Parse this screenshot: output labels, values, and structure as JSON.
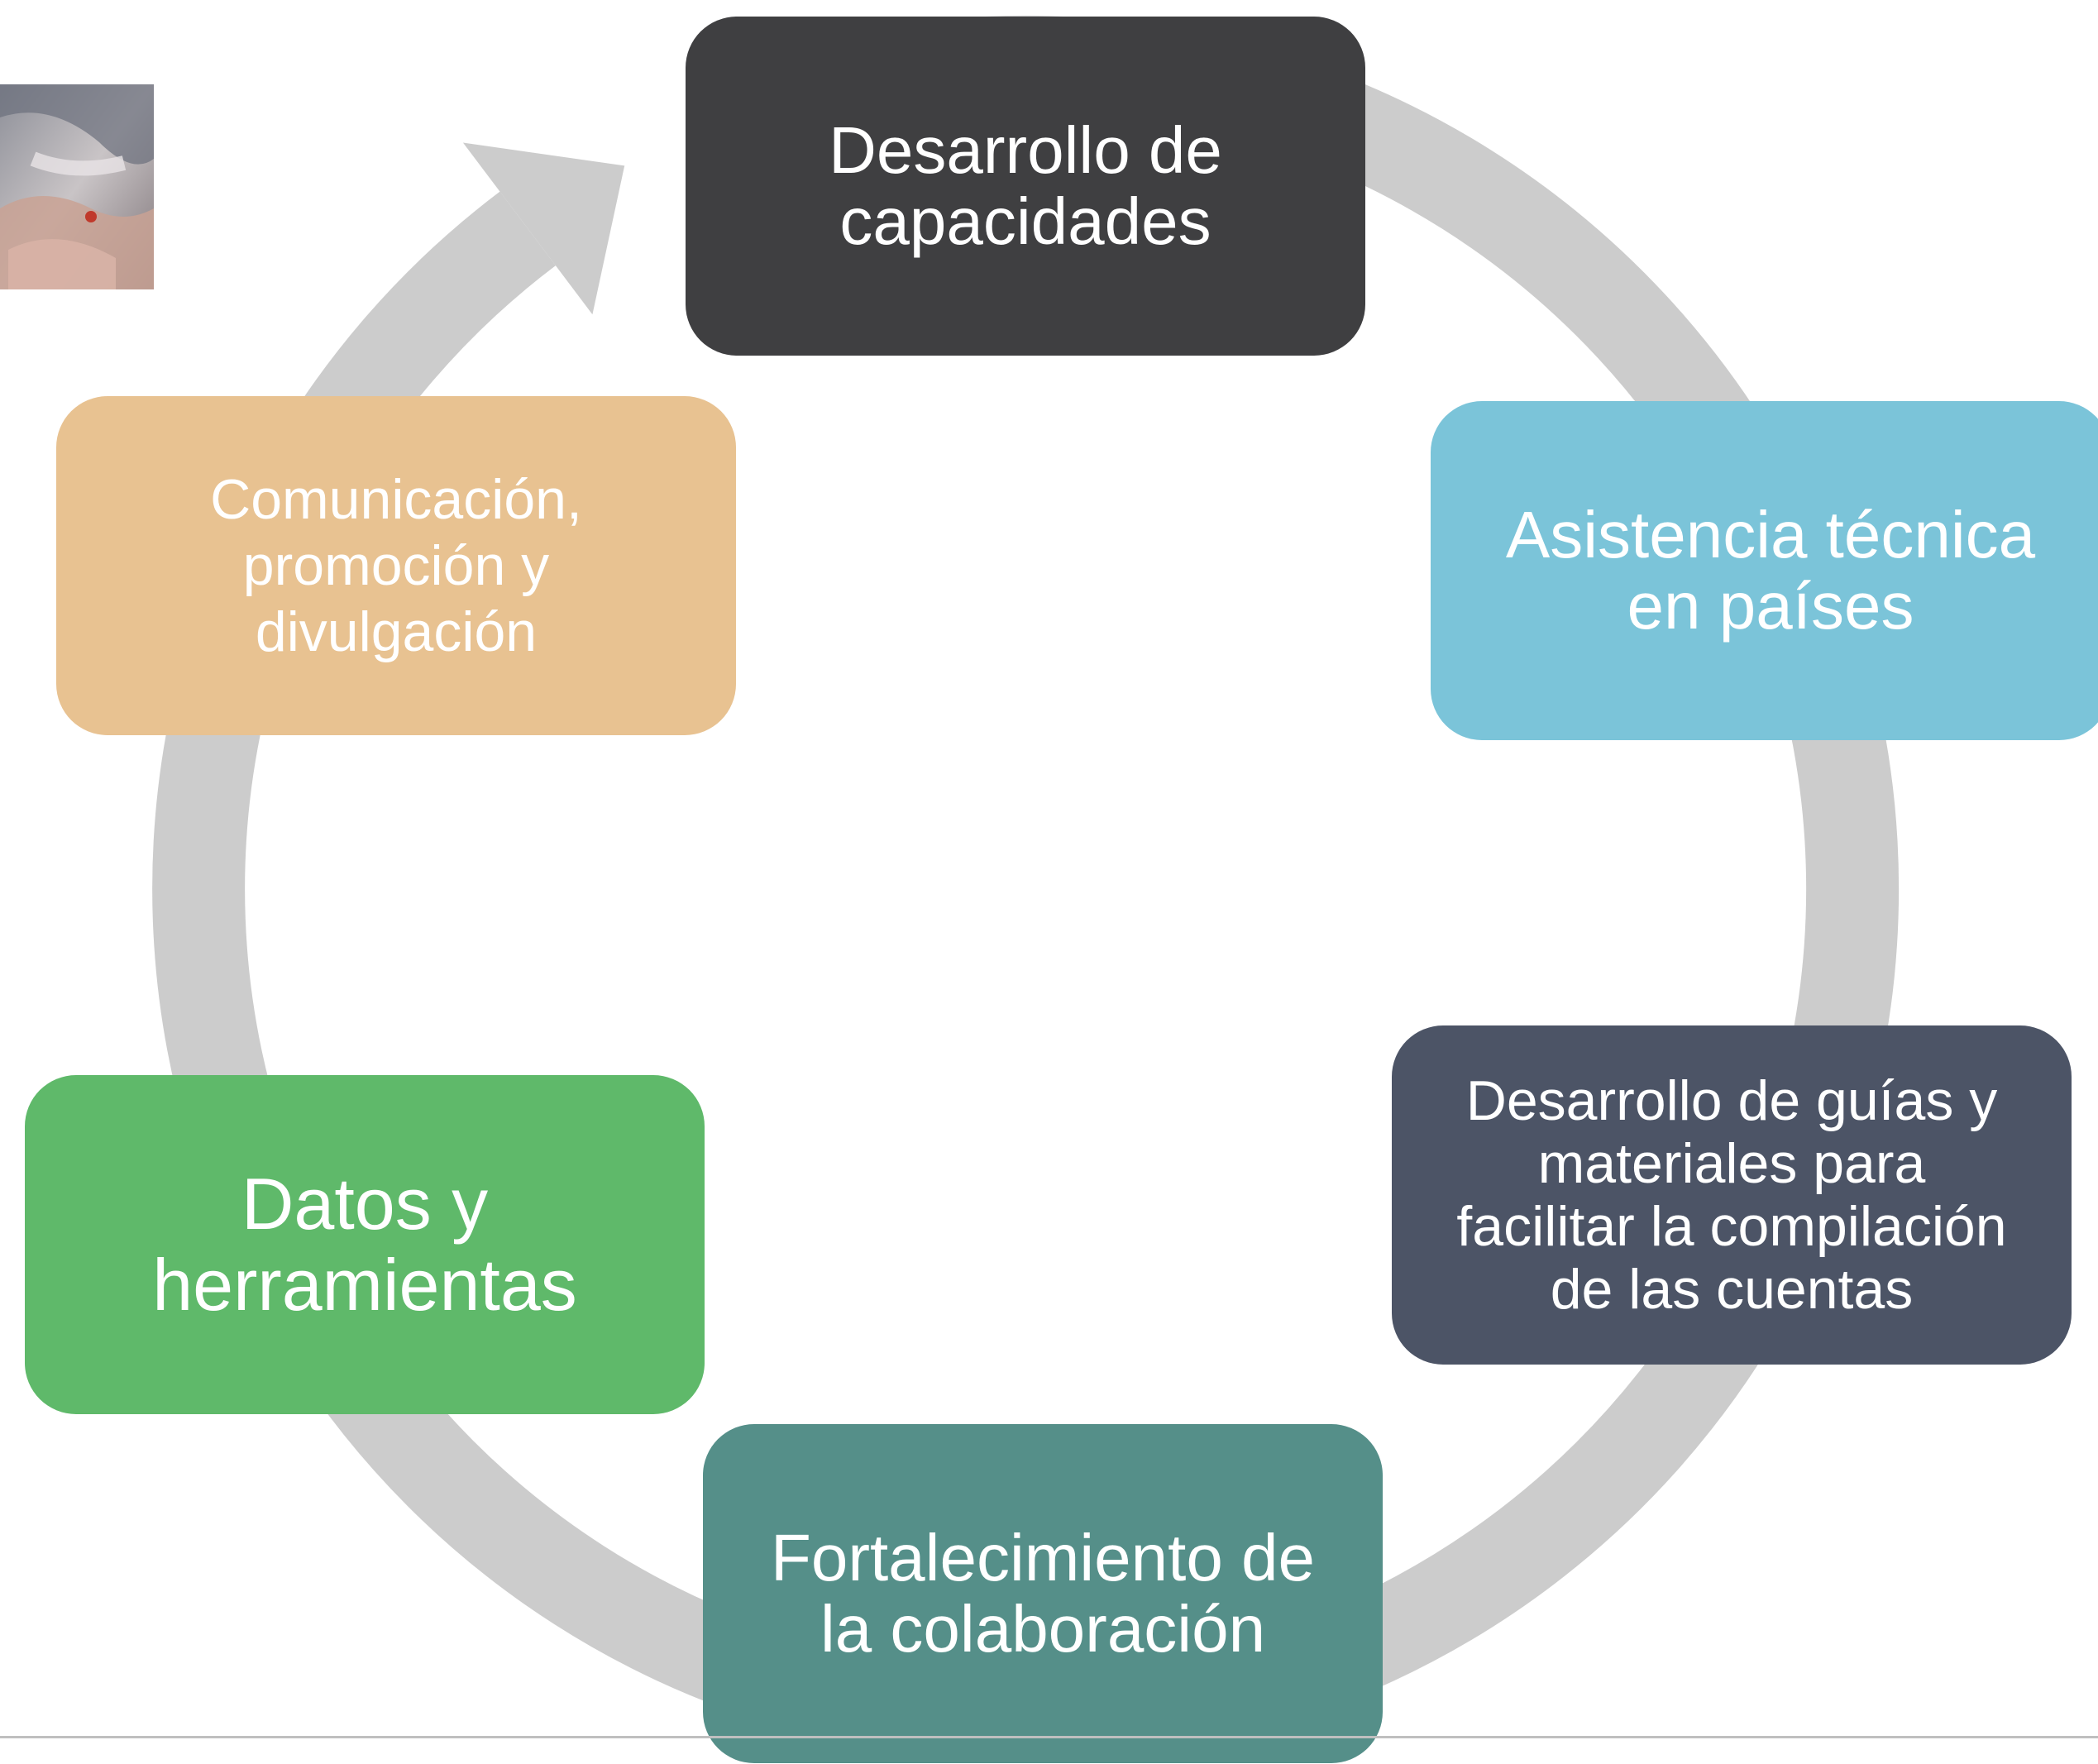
{
  "diagram": {
    "type": "cycle",
    "arrow_color": "#cccccc",
    "nodes": [
      {
        "label": "Desarrollo de\ncapacidades",
        "color": "#3f3f41"
      },
      {
        "label": "Asistencia técnica\nen países",
        "color": "#7bc4d9"
      },
      {
        "label": "Desarrollo de guías y\nmateriales para\nfacilitar  la compilación\nde las cuentas",
        "color": "#4c5466"
      },
      {
        "label": "Fortalecimiento de\nla colaboración",
        "color": "#558f89"
      },
      {
        "label": "Datos y\nherramientas",
        "color": "#5fb96a"
      },
      {
        "label": "Comunicación,\npromoción y\ndivulgación",
        "color": "#e8c291"
      }
    ]
  },
  "decorations": {
    "photo_thumbnail": "people-hands-photo",
    "footer_line_color": "#bfbfbf"
  }
}
